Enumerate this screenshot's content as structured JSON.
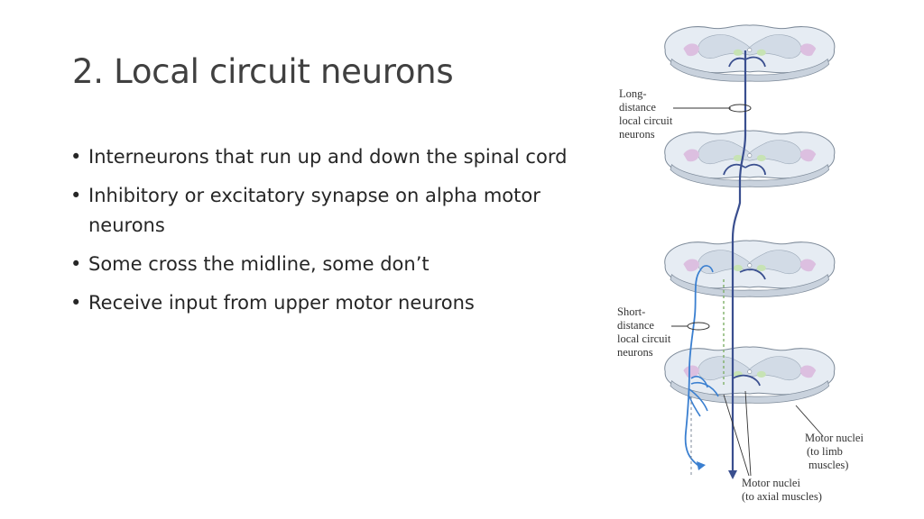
{
  "slide": {
    "title": "2. Local circuit neurons",
    "bullets": [
      {
        "marker": "•",
        "text": "Interneurons that run up and down the spinal cord"
      },
      {
        "marker": "•",
        "text": "Inhibitory or excitatory synapse on alpha motor neurons"
      },
      {
        "marker": "•",
        "text": "Some cross the midline, some don’t"
      },
      {
        "marker": "•",
        "text": "Receive input from upper motor neurons"
      }
    ]
  },
  "figure": {
    "long_label": [
      "Long-",
      "distance",
      "local circuit",
      "neurons"
    ],
    "short_label": [
      "Short-",
      "distance",
      "local circuit",
      "neurons"
    ],
    "motor_limb": [
      "Motor nuclei",
      "(to limb",
      "muscles)"
    ],
    "motor_axial": [
      "Motor nuclei",
      "(to axial muscles)"
    ],
    "colors": {
      "cord": "#e6ecf3",
      "outline": "#7d8a99",
      "grey_matter": "#d2dbe6",
      "limb_nucleus": "#dcbfe0",
      "axial_nucleus": "#c7e3b4",
      "long_neuron": "#3a4f8f",
      "short_neuron": "#3a7fd0"
    }
  }
}
